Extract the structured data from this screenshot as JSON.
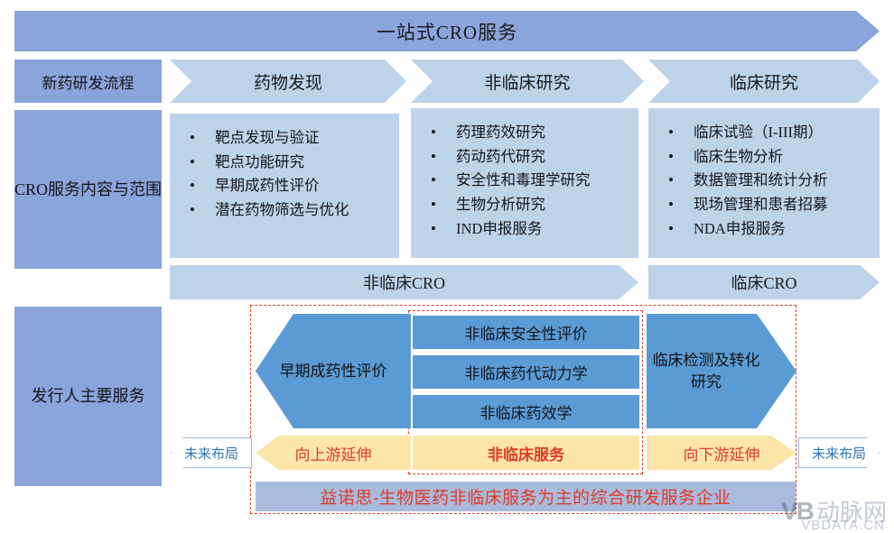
{
  "banner": {
    "title": "一站式CRO服务"
  },
  "rows": {
    "stage": {
      "label": "新药研发流程",
      "stages": [
        {
          "label": "药物发现"
        },
        {
          "label": "非临床研究"
        },
        {
          "label": "临床研究"
        }
      ]
    },
    "scope": {
      "label": "CRO服务内容与范围",
      "columns": [
        {
          "items": [
            "靶点发现与验证",
            "靶点功能研究",
            "早期成药性评价",
            "潜在药物筛选与优化"
          ]
        },
        {
          "items": [
            "药理药效研究",
            "药动药代研究",
            "安全性和毒理学研究",
            "生物分析研究",
            "IND申报服务"
          ]
        },
        {
          "items": [
            "临床试验（I-III期）",
            "临床生物分析",
            "数据管理和统计分析",
            "现场管理和患者招募",
            "NDA申报服务"
          ]
        }
      ]
    },
    "cro_band": {
      "nonclinical": "非临床CRO",
      "clinical": "临床CRO"
    },
    "issuer": {
      "label": "发行人主要服务",
      "left_chevron": "早期成药性评价",
      "middle_boxes": [
        "非临床安全性评价",
        "非临床药代动力学",
        "非临床药效学"
      ],
      "right_chevron": "临床检测及转化研究",
      "yellow_up": "向上游延伸",
      "yellow_mid": "非临床服务",
      "yellow_down": "向下游延伸",
      "future_left": "未来布局",
      "future_right": "未来布局"
    }
  },
  "footer": {
    "caption": "益诺思-生物医药非临床服务为主的综合研发服务企业"
  },
  "watermark": {
    "mark": "VB",
    "cn": "动脉网",
    "sub": "VBDATA.CN"
  },
  "colors": {
    "banner_blue": "#8AA4DC",
    "light_blue": "#BDD3EA",
    "medium_blue": "#5B9BD5",
    "yellow": "#FCE5A8",
    "red": "#E03A28",
    "footer_bg": "#A9BBDC"
  }
}
